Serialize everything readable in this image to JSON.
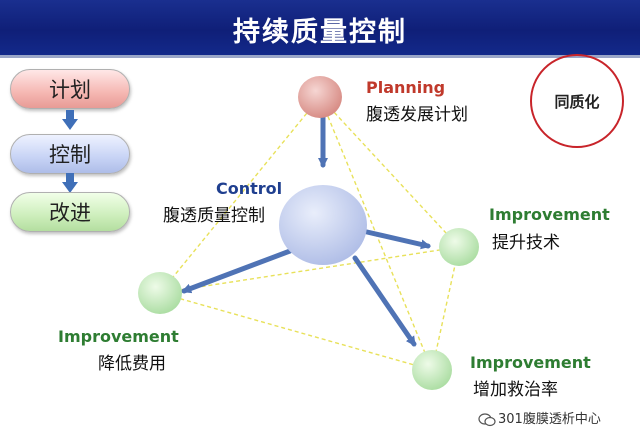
{
  "header": {
    "title": "持续质量控制"
  },
  "cycle": {
    "plan": "计划",
    "control": "控制",
    "improve": "改进"
  },
  "badge": {
    "label": "同质化"
  },
  "nodes": {
    "planning": {
      "en": "Planning",
      "cn": "腹透发展计划"
    },
    "control": {
      "en": "Control",
      "cn": "腹透质量控制"
    },
    "improvement_right": {
      "en": "Improvement",
      "cn": "提升技术"
    },
    "improvement_left": {
      "en": "Improvement",
      "cn": "降低费用"
    },
    "improvement_bottom": {
      "en": "Improvement",
      "cn": "增加救治率"
    }
  },
  "watermark": {
    "text": "301腹膜透析中心",
    "icon": "wechat-icon"
  },
  "colors": {
    "title_bg": "#13298a",
    "planning_text": "#c0392b",
    "control_text": "#1f3f8f",
    "improvement_text": "#2e7d32",
    "arrow": "#4f73b5",
    "dashed_line": "#e8e15a",
    "badge_border": "#c8242a"
  }
}
